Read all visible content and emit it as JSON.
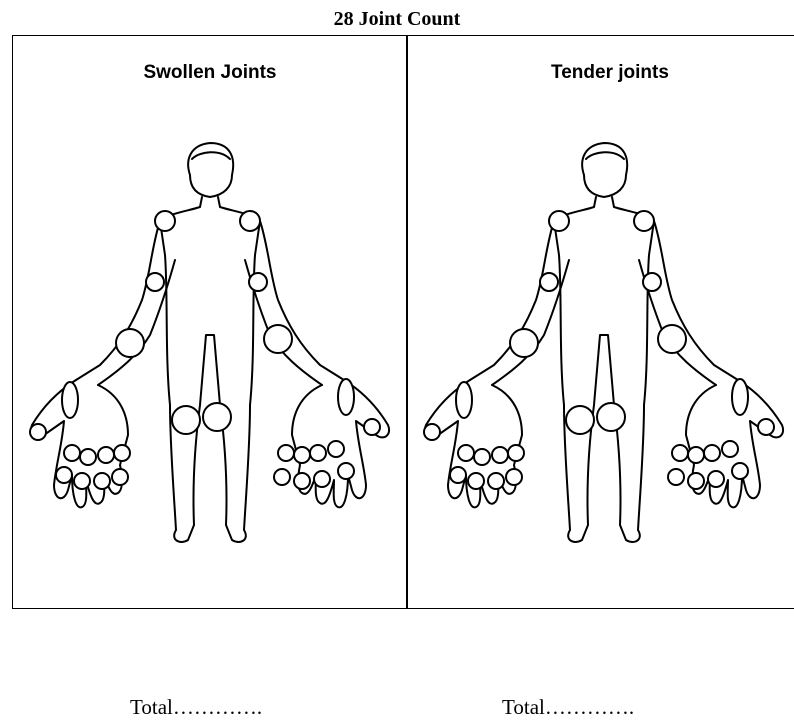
{
  "title": "28 Joint Count",
  "panels": [
    {
      "heading": "Swollen Joints",
      "total_label": "Total…………."
    },
    {
      "heading": "Tender joints",
      "total_label": "Total…………."
    }
  ]
}
